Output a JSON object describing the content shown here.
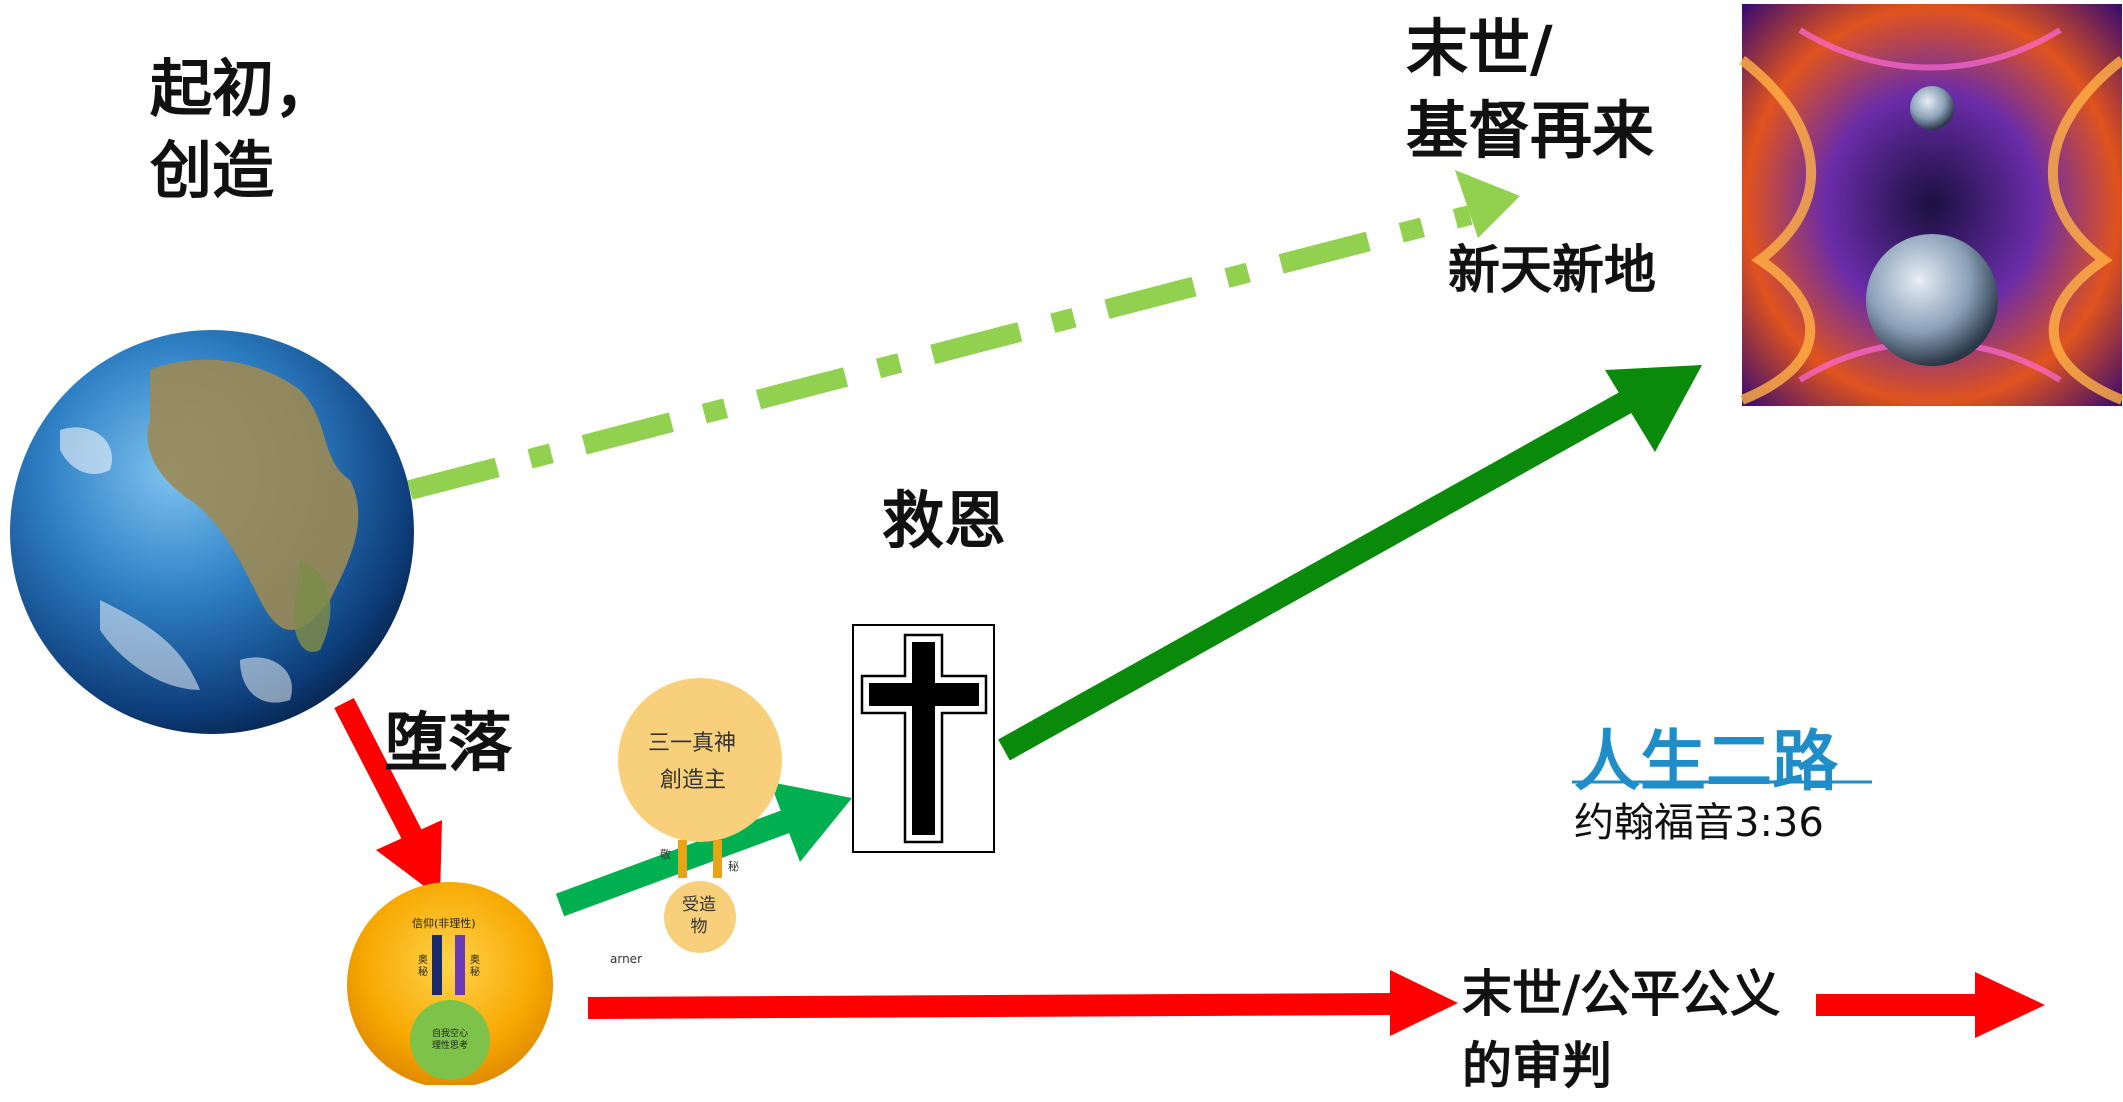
{
  "labels": {
    "beginning": "起初，\n创造",
    "end_times": "末世/\n基督再来",
    "new_heaven": "新天新地",
    "grace": "救恩",
    "fall": "堕落",
    "title": "人生二路",
    "reference": "约翰福音3:36",
    "judgment": "末世/公平公义\n的审判"
  },
  "small_diagram": {
    "trinity": "三一真神",
    "creator": "創造主",
    "created": "受造\n物",
    "left_tag": "敬",
    "right_tag": "秘",
    "faith": "信仰(非理性)",
    "mystery_left": "奥秘",
    "mystery_right": "奥秘",
    "self_reason": "自我空心\n理性思考",
    "partial_text": "arner"
  },
  "colors": {
    "red_arrow": "#ff0000",
    "green_arrow": "#0a8a0a",
    "light_green_arrow": "#00b050",
    "dashed_green": "#92d050",
    "title_blue": "#1f8dc8",
    "orange": "#f7a800"
  }
}
